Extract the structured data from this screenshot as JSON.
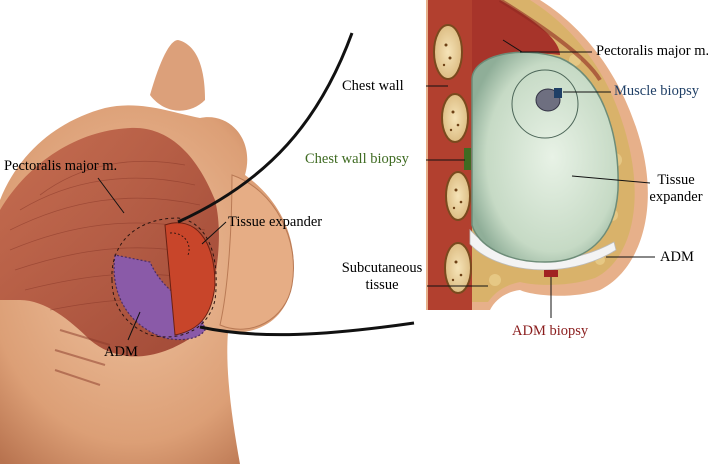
{
  "labels": {
    "pectoralis_left": "Pectoralis major m.",
    "tissue_expander_left": "Tissue expander",
    "adm_left": "ADM",
    "pectoralis_right": "Pectoralis major m.",
    "chest_wall": "Chest wall",
    "muscle_biopsy": "Muscle biopsy",
    "chest_wall_biopsy": "Chest wall biopsy",
    "tissue": "Tissue",
    "expander": "expander",
    "adm_right": "ADM",
    "subcutaneous": "Subcutaneous",
    "tissue_sub": "tissue",
    "adm_biopsy": "ADM biopsy"
  },
  "colors": {
    "text": "#111111",
    "muscle_biopsy": "#1f3f66",
    "chest_wall_biopsy": "#3f6b22",
    "adm_biopsy": "#8a1c1c",
    "skin": "#e2a67e",
    "muscle": "#b0503a",
    "expander": "#c9dcc8",
    "adm": "#8a5aa8"
  }
}
